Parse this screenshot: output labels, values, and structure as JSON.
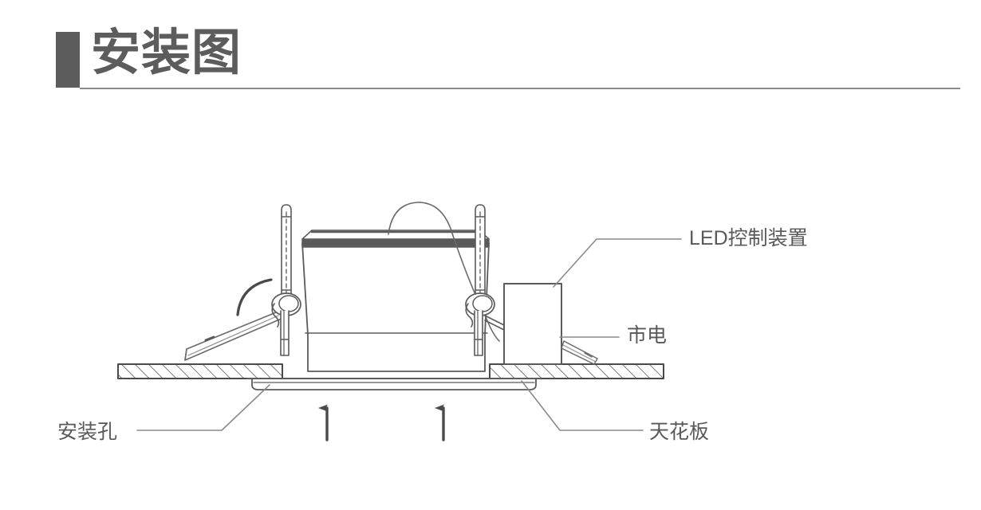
{
  "header": {
    "title": "安装图",
    "accent_color": "#5c5c5c",
    "rule_color": "#8a8a8a"
  },
  "diagram": {
    "name": "led-downlight-ceiling-installation-diagram",
    "line_color": "#5a5a5a",
    "text_color": "#595959",
    "background": "#ffffff",
    "callouts": [
      {
        "id": "led-driver",
        "label": "LED控制装置",
        "leader": "diagonal-then-horizontal"
      },
      {
        "id": "mains",
        "label": "市电",
        "leader": "horizontal"
      },
      {
        "id": "ceiling",
        "label": "天花板",
        "leader": "diagonal-then-horizontal"
      },
      {
        "id": "mount-hole",
        "label": "安装孔",
        "leader": "horizontal-then-diagonal"
      }
    ],
    "parts": [
      {
        "id": "housing",
        "name": "下照灯灯体"
      },
      {
        "id": "trim-ring",
        "name": "装饰面环"
      },
      {
        "id": "spring-clip-left",
        "name": "左侧弹簧卡扣"
      },
      {
        "id": "spring-clip-right",
        "name": "右侧弹簧卡扣"
      },
      {
        "id": "spring-arm-deployed",
        "name": "展开的弹簧臂"
      },
      {
        "id": "rotation-arc",
        "name": "旋转方向弧线"
      },
      {
        "id": "ceiling-slab",
        "name": "天花板剖面"
      },
      {
        "id": "driver-box",
        "name": "LED控制装置外壳"
      },
      {
        "id": "mains-cable",
        "name": "市电接线"
      },
      {
        "id": "fixture-wire",
        "name": "灯具导线"
      },
      {
        "id": "push-arrow-left",
        "name": "向上推装箭头(左)"
      },
      {
        "id": "push-arrow-right",
        "name": "向上推装箭头(右)"
      }
    ]
  }
}
